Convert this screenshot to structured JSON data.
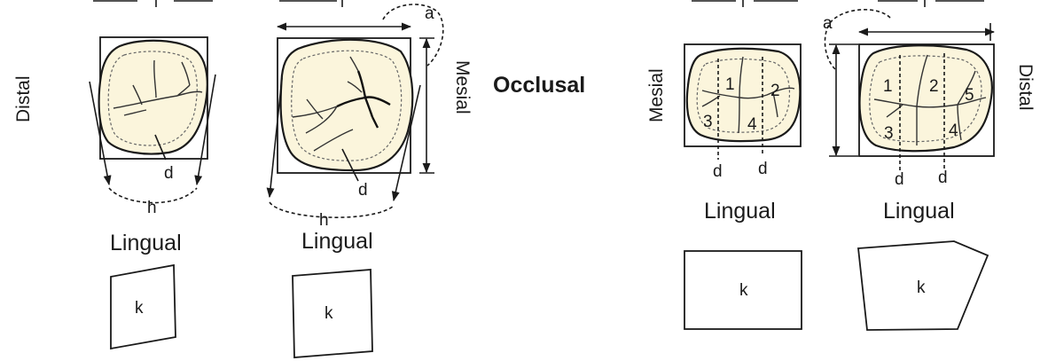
{
  "labels": {
    "distal": "Distal",
    "mesial": "Mesial",
    "occlusal": "Occlusal",
    "lingual": "Lingual",
    "a": "a",
    "d": "d",
    "h": "h",
    "k": "k",
    "n1": "1",
    "n2": "2",
    "n3": "3",
    "n4": "4",
    "n5": "5"
  }
}
